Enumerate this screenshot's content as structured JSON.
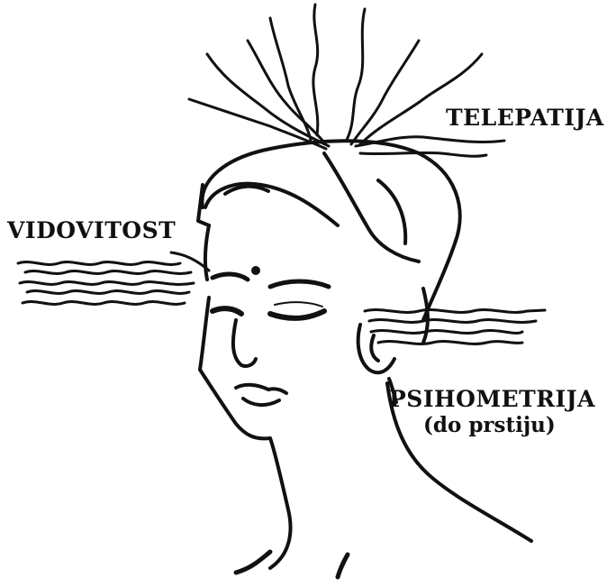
{
  "labels": {
    "telepathy": "TELEPATIJA",
    "clairvoyance": "VIDOVITOST",
    "psychometry": "PSIHOMETRIJA",
    "psychometry_note": "(do prstiju)"
  },
  "colors": {
    "ink": "#111111",
    "background": "#ffffff"
  }
}
